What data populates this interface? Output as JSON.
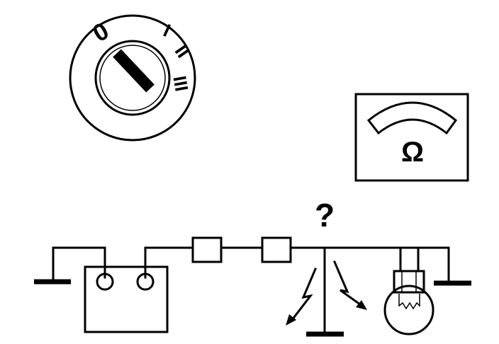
{
  "switch_positions": [
    "0",
    "I",
    "II",
    "III"
  ],
  "meter_symbol": "Ω",
  "question_mark": "?"
}
